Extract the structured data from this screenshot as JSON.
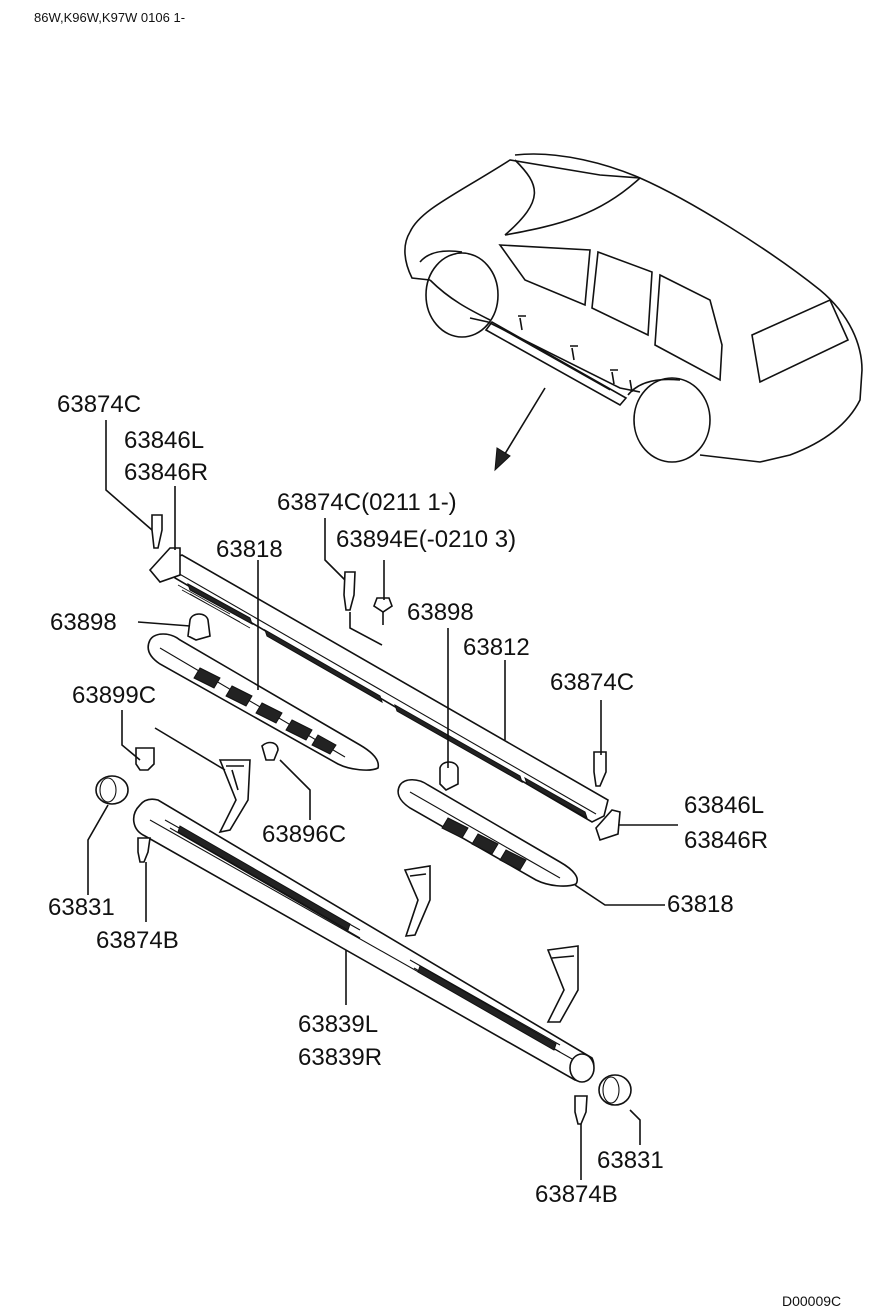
{
  "header": {
    "model_code": "86W,K96W,K97W 0106 1-"
  },
  "footer": {
    "diagram_code": "D00009C"
  },
  "labels": {
    "p63874C_top": "63874C",
    "p63846L_top": "63846L",
    "p63846R_top": "63846R",
    "p63874C_date": "63874C(0211 1-)",
    "p63894E_date": "63894E(-0210 3)",
    "p63818_top": "63818",
    "p63898_left": "63898",
    "p63898_right": "63898",
    "p63812": "63812",
    "p63899C": "63899C",
    "p63874C_right": "63874C",
    "p63846L_right": "63846L",
    "p63846R_right": "63846R",
    "p63896C": "63896C",
    "p63818_right": "63818",
    "p63831_left": "63831",
    "p63874B_left": "63874B",
    "p63839L": "63839L",
    "p63839R": "63839R",
    "p63831_right": "63831",
    "p63874B_right": "63874B"
  }
}
